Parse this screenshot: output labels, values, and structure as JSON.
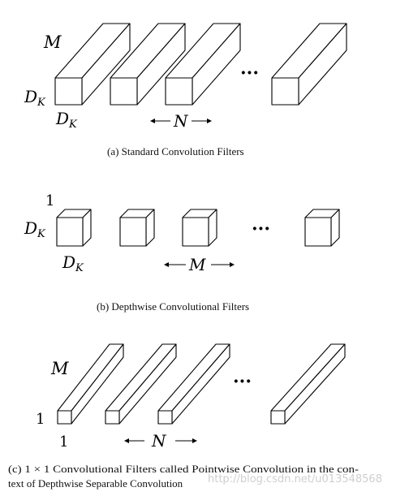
{
  "panel_a": {
    "depth_label": "M",
    "height_label": "D",
    "height_sub": "K",
    "width_label": "D",
    "width_sub": "K",
    "count_label": "N",
    "ellipsis": "···",
    "caption": "(a)  Standard Convolution Filters"
  },
  "panel_b": {
    "depth_label": "1",
    "height_label": "D",
    "height_sub": "K",
    "width_label": "D",
    "width_sub": "K",
    "count_label": "M",
    "ellipsis": "···",
    "caption": "(b)  Depthwise Convolutional Filters"
  },
  "panel_c": {
    "depth_label": "M",
    "height_label": "1",
    "width_label": "1",
    "count_label": "N",
    "ellipsis": "···",
    "caption_line1": "(c)  1 × 1 Convolutional Filters called Pointwise Convolution in the con-",
    "caption_line2": "text of Depthwise Separable Convolution"
  },
  "watermark": "http://blog.csdn.net/u013548568"
}
